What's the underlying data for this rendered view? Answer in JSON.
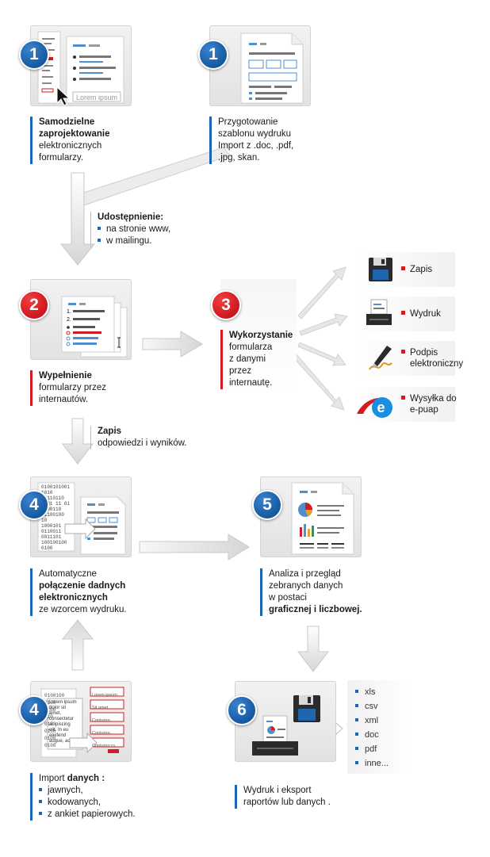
{
  "colors": {
    "blue": "#1a66b3",
    "red": "#d31c22",
    "arrow": "#d9d9d9"
  },
  "steps": {
    "s1a": {
      "number": "1",
      "lines": [
        {
          "t": "Samodzielne",
          "b": true
        },
        {
          "t": "zaprojektowanie",
          "b": true
        },
        {
          "t": "elektronicznych",
          "b": false
        },
        {
          "t": "formularzy.",
          "b": false
        }
      ],
      "mock_text": "Lorem ipsum"
    },
    "s1b": {
      "number": "1",
      "lines": [
        {
          "t": "Przygotowanie",
          "b": false
        },
        {
          "t": "szablonu wydruku",
          "b": false
        },
        {
          "t": "Import z .doc, .pdf,",
          "b": false
        },
        {
          "t": ".jpg, skan.",
          "b": false
        }
      ]
    },
    "s2": {
      "number": "2",
      "lines": [
        {
          "t": "Wypełnienie",
          "b": true
        },
        {
          "t": "formularzy przez",
          "b": false
        },
        {
          "t": "internautów.",
          "b": false
        }
      ]
    },
    "s3": {
      "number": "3",
      "lines": [
        {
          "t": "Wykorzystanie",
          "b": true
        },
        {
          "t": "formularza",
          "b": false
        },
        {
          "t": "z danymi",
          "b": false
        },
        {
          "t": "przez",
          "b": false
        },
        {
          "t": "internautę.",
          "b": false
        }
      ]
    },
    "s4a": {
      "number": "4",
      "lines": [
        {
          "t": "Automatyczne",
          "b": false
        },
        {
          "t": "połączenie dadnych",
          "b": true
        },
        {
          "t": "elektronicznych",
          "b": true
        },
        {
          "t": "ze wzorcem wydruku.",
          "b": false
        }
      ],
      "binary": [
        "0100101001",
        "1010",
        "00110110",
        "1001 11 01",
        "0100110",
        "01100100",
        "10",
        "1000101",
        "0110011",
        "0011101",
        "100100100",
        "0100"
      ]
    },
    "s5": {
      "number": "5",
      "lines": [
        {
          "t": "Analiza i przegląd",
          "b": false
        },
        {
          "t": "zebranych danych",
          "b": false
        },
        {
          "t": "w postaci",
          "b": false
        },
        {
          "t": "graficznej i liczbowej.",
          "b": true
        }
      ]
    },
    "s4b": {
      "number": "4",
      "intro": "Import ",
      "intro_bold": "danych :",
      "items": [
        "jawnych,",
        "kodowanych,",
        "z ankiet papierowych."
      ],
      "mock_paragraph": [
        "Lorem ipsum",
        "dolor sit",
        "amet,",
        "consectetur",
        "adipiscing",
        "elit. In eu",
        "eleifend",
        "augue, ac"
      ],
      "mock_fields": [
        "Lorem ipsum",
        "Sit amet",
        "Conturno",
        "Conturno",
        "Conturno ro"
      ],
      "binary": [
        "0100100",
        "0100",
        "0100",
        "010",
        "010",
        "0100",
        "0100",
        "0100"
      ]
    },
    "s6": {
      "number": "6",
      "lines": [
        {
          "t": "Wydruk i eksport",
          "b": false
        },
        {
          "t": "raportów lub danych .",
          "b": false
        }
      ]
    }
  },
  "share_note": {
    "title": "Udostępnienie:",
    "items": [
      "na stronie www,",
      "w mailingu."
    ]
  },
  "save_note": {
    "title": "Zapis",
    "text": "odpowiedzi i wyników."
  },
  "outputs": [
    {
      "icon": "floppy-disk-icon",
      "label": [
        "Zapis"
      ]
    },
    {
      "icon": "printer-icon",
      "label": [
        "Wydruk"
      ]
    },
    {
      "icon": "signature-pen-icon",
      "label": [
        "Podpis",
        "elektroniczny"
      ]
    },
    {
      "icon": "epuap-logo-icon",
      "label": [
        "Wysyłka do",
        "e-puap"
      ]
    }
  ],
  "export_formats": [
    "xls",
    "csv",
    "xml",
    "doc",
    "pdf",
    "inne..."
  ]
}
